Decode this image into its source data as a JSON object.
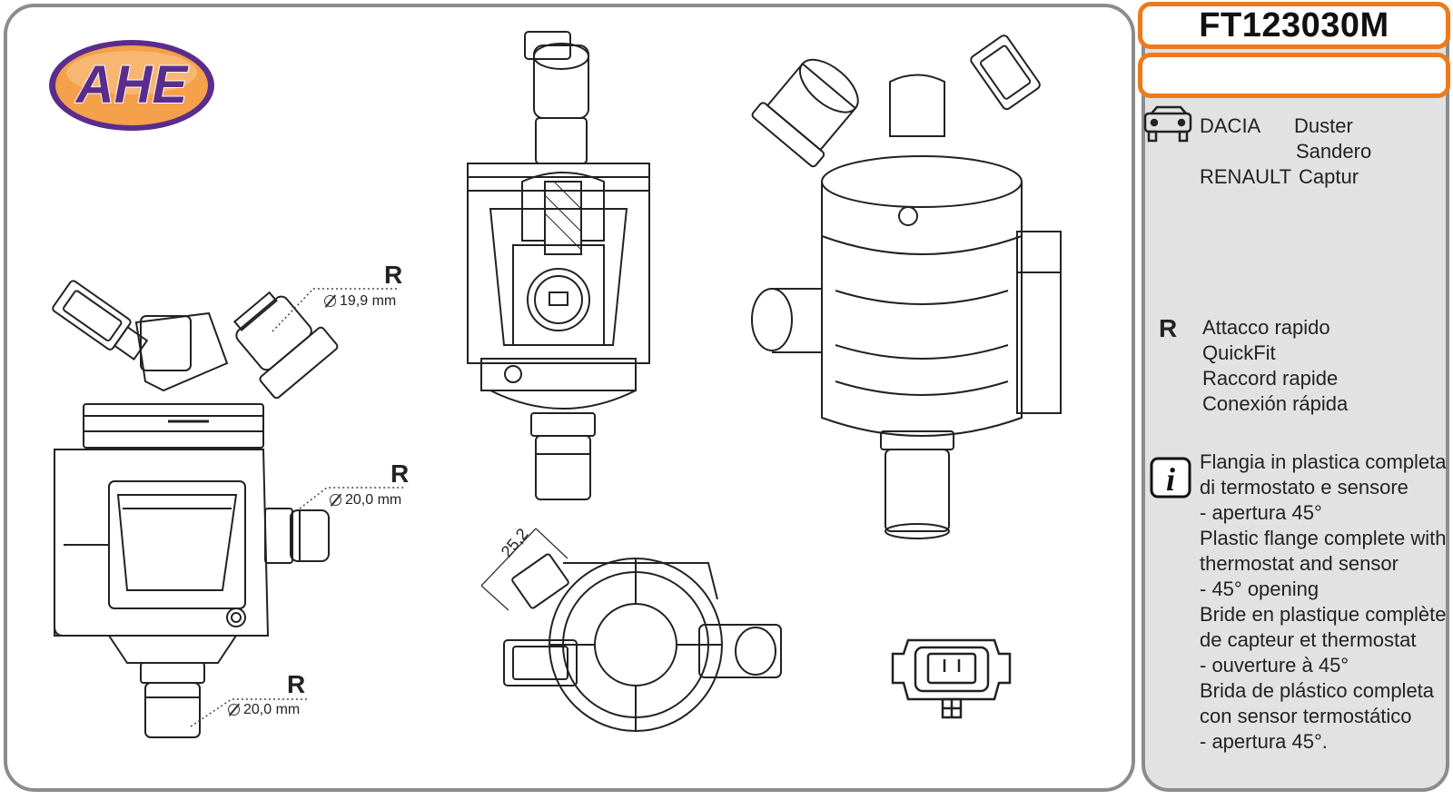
{
  "brand": {
    "logo_text": "AHE",
    "logo_fill": "#f5a04a",
    "logo_border": "#5a2d8c",
    "text_color": "#5a2d8c"
  },
  "product": {
    "code": "FT123030M",
    "accent_color": "#ee7a1a"
  },
  "applications": [
    {
      "make": "DACIA",
      "models": [
        "Duster",
        "Sandero"
      ]
    },
    {
      "make": "RENAULT",
      "models": [
        "Captur"
      ]
    }
  ],
  "connection": {
    "symbol": "R",
    "labels": [
      "Attacco rapido",
      "QuickFit",
      "Raccord rapide",
      "Conexión rápida"
    ]
  },
  "info": {
    "icon_letter": "i",
    "lines": [
      "Flangia in plastica completa",
      "di termostato e sensore",
      "- apertura 45°",
      "Plastic flange complete with",
      "thermostat and sensor",
      "- 45° opening",
      "Bride en plastique complète",
      "de capteur et thermostat",
      "- ouverture à 45°",
      "Brida de plástico completa",
      "con sensor termostático",
      "- apertura 45°."
    ]
  },
  "dimensions": [
    {
      "symbol": "R",
      "value": "19,9 mm"
    },
    {
      "symbol": "R",
      "value": "20,0 mm"
    },
    {
      "symbol": "R",
      "value": "20,0 mm"
    }
  ],
  "angle_dimension": "25,2"
}
